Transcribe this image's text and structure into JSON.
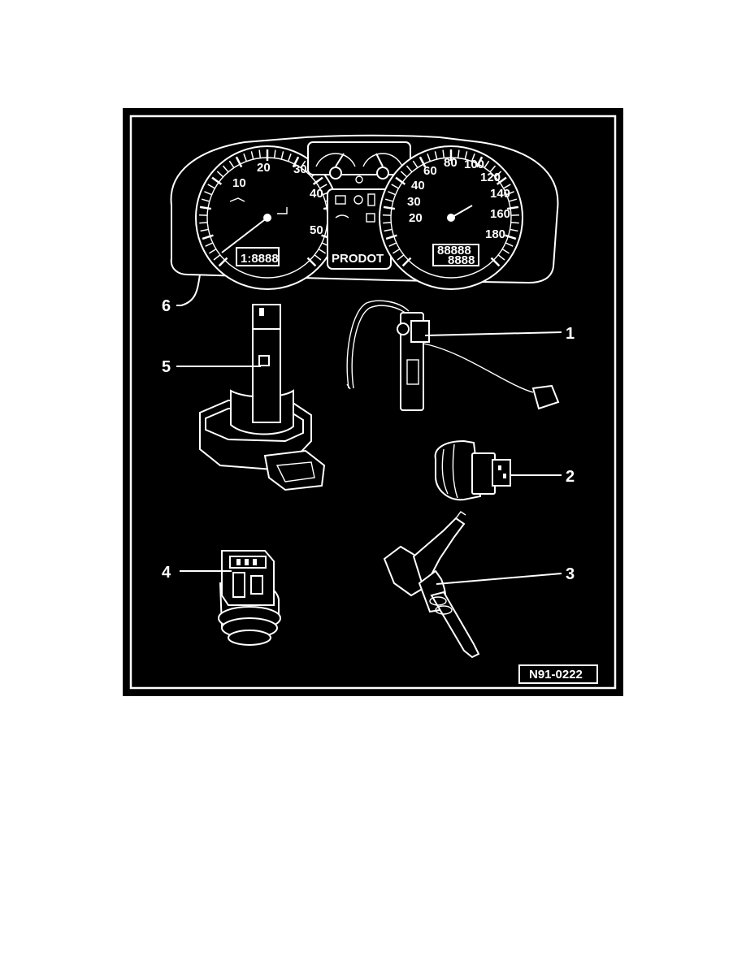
{
  "figure": {
    "id_tag": "N91-0222",
    "background_color": "#000000",
    "line_color": "#ffffff"
  },
  "callouts": [
    {
      "id": "1",
      "label": "1"
    },
    {
      "id": "2",
      "label": "2"
    },
    {
      "id": "3",
      "label": "3"
    },
    {
      "id": "4",
      "label": "4"
    },
    {
      "id": "5",
      "label": "5"
    },
    {
      "id": "6",
      "label": "6"
    }
  ],
  "cluster": {
    "left_odometer": "1:8888",
    "right_display_top": "88888",
    "right_display_bottom": "8888",
    "center_display": "PRODOT",
    "left_dial_ticks": [
      "10",
      "20",
      "30",
      "40",
      "50"
    ],
    "right_dial_ticks": [
      "20",
      "30",
      "40",
      "60",
      "80",
      "100",
      "120",
      "140",
      "160",
      "180"
    ]
  }
}
